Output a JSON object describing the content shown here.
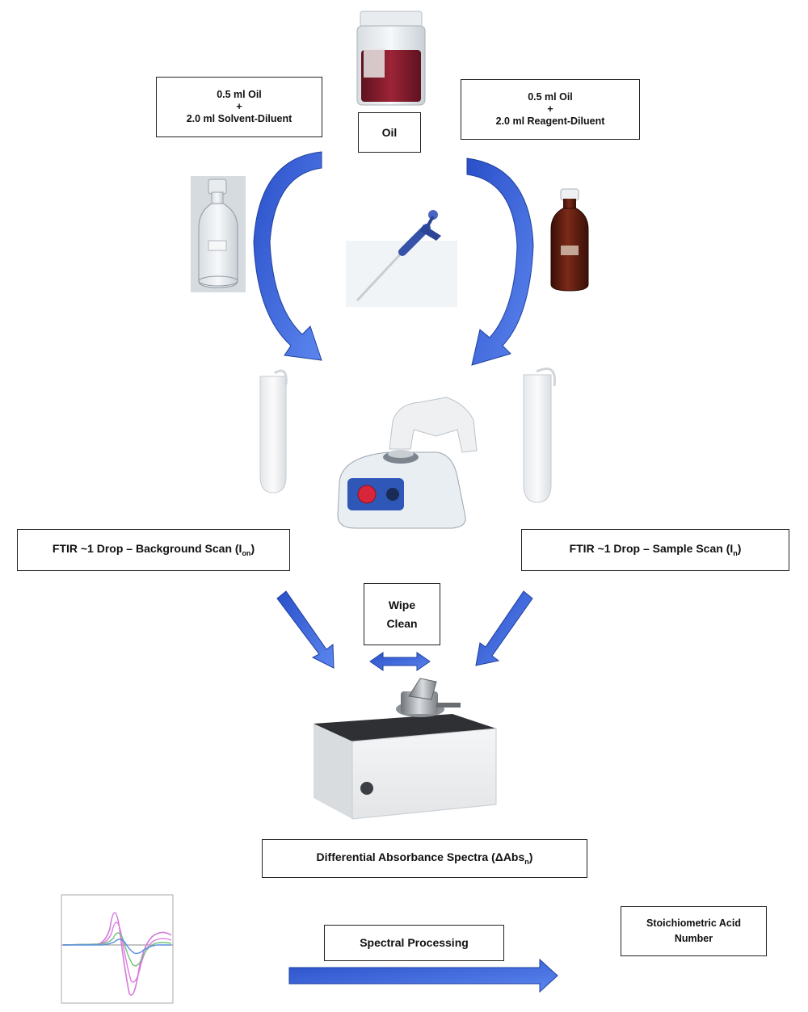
{
  "boxes": {
    "left_mix": {
      "line1": "0.5 ml Oil",
      "line2": "+",
      "line3": "2.0 ml Solvent-Diluent"
    },
    "oil": {
      "label": "Oil"
    },
    "right_mix": {
      "line1": "0.5 ml Oil",
      "line2": "+",
      "line3": "2.0 ml Reagent-Diluent"
    },
    "background_scan": {
      "label": "FTIR ~1 Drop – Background Scan (I",
      "sub": "on",
      "tail": ")"
    },
    "sample_scan": {
      "label": "FTIR ~1 Drop – Sample Scan (I",
      "sub": "n",
      "tail": ")"
    },
    "wipe": {
      "line1": "Wipe",
      "line2": "Clean"
    },
    "differential": {
      "label": "Differential Absorbance Spectra (ΔAbs",
      "sub": "n",
      "tail": ")"
    },
    "spectral": {
      "label": "Spectral Processing"
    },
    "acid_number": {
      "line1": "Stoichiometric Acid",
      "line2": "Number"
    }
  },
  "icons": [
    "oil-bottle-icon",
    "clear-reagent-bottle-icon",
    "amber-reagent-bottle-icon",
    "pipette-icon",
    "centrifuge-tube-icon",
    "vortex-mixer-icon",
    "ftir-spectrometer-icon",
    "spectra-plot-icon"
  ],
  "colors": {
    "arrow_blue": "#3b63d8",
    "arrow_dark": "#1f3f9e",
    "oil_red": "#7a1a28",
    "amber": "#5a1a10"
  }
}
